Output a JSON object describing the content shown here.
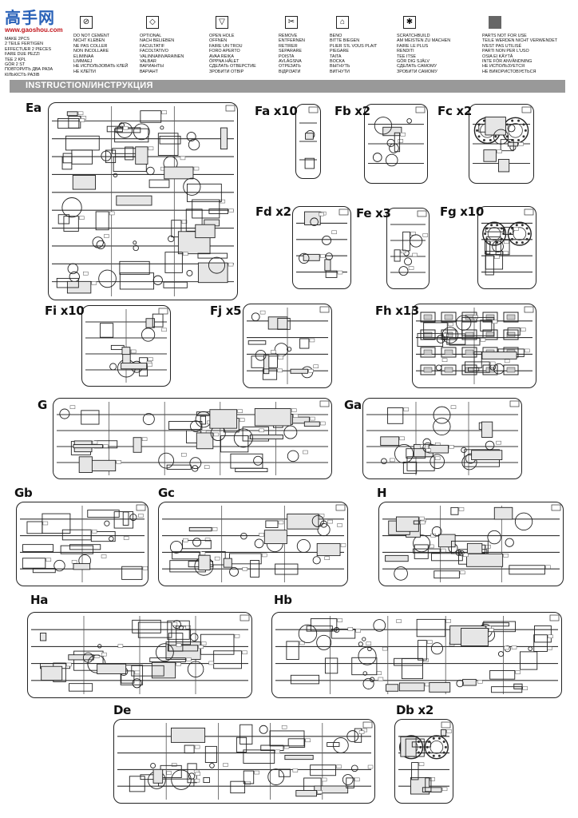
{
  "logo": {
    "text": "高手网",
    "url": "www.gaoshou.com"
  },
  "legend": [
    {
      "icon": "two-pieces-icon",
      "glyph": "",
      "lines": [
        "MAKE 2pcs",
        "2 TEILE FERTIGEN",
        "EFFECTUER 2 PIECES",
        "FARE DUE PEZZI",
        "TEE 2 KPL",
        "GÖR 2 ST",
        "ПОВТОРИТЬ ДВА РАЗА",
        "КІЛЬКІСТЬ РАЗІВ"
      ]
    },
    {
      "icon": "no-cement-icon",
      "glyph": "⊘",
      "lines": [
        "DO NOT CEMENT",
        "NICHT KLEBEN",
        "NE PAS COLLER",
        "NON INCOLLARE",
        "ELIMINAA",
        "LIMMAEJ",
        "НЕ ИСПОЛЬЗОВАТЬ КЛЕЙ",
        "НЕ КЛЕЇТИ"
      ]
    },
    {
      "icon": "optional-icon",
      "glyph": "◇",
      "lines": [
        "OPTIONAL",
        "NACH BELIEBEN",
        "FACULTATIF",
        "FACOLTATIVO",
        "VALINNAINVARAINEN",
        "VALBAR",
        "ВАРИАНТЫ",
        "ВАРІАНТ"
      ]
    },
    {
      "icon": "open-hole-icon",
      "glyph": "▽",
      "lines": [
        "OPEN HOLE",
        "OFFNEN",
        "FAIRE UN TROU",
        "FORO APERTO",
        "AVAA REIKA",
        "ÖPPNA HÅLET",
        "СДЕЛАТЬ ОТВЕРСТИЕ",
        "ЗРОБИТИ ОТВІР"
      ]
    },
    {
      "icon": "remove-icon",
      "glyph": "✂",
      "lines": [
        "REMOVE",
        "ENTFERNEN",
        "RETIRER",
        "SEPARARE",
        "POISTA",
        "AVLÄGSNA",
        "ОТРЕЗАТЬ",
        "ВІДРІЗАТИ"
      ]
    },
    {
      "icon": "bend-icon",
      "glyph": "⌂",
      "lines": [
        "BENO",
        "BITTE BIEGEN",
        "PLIER S'IL VOUS PLAIT",
        "PIEGARE",
        "TAITA",
        "BOCKA",
        "ВЫГНУТЬ",
        "ВИГНУТИ"
      ]
    },
    {
      "icon": "scratchbuild-icon",
      "glyph": "✱",
      "lines": [
        "SCRATCHBUILD",
        "AM MEISTEN ZU MACHEN",
        "FAIRE LE PLUS",
        "RENDITI",
        "TEE ITSE",
        "GÖR DIG SJÄLV",
        "СДЕЛАТЬ САМОМУ",
        "ЗРОБИТИ САМОМУ"
      ]
    },
    {
      "icon": "not-for-use-icon",
      "glyph": "",
      "lines": [
        "PARTS NOT FOR USE",
        "TEILE WERDEN NICHT VERWENDET",
        "N'EST PAS UTILISÉ",
        "PARTI NON PER L'USO",
        "OSIA EI KÄYTÄ",
        "INTE FÖR ANVÄNDNING",
        "НЕ ИСПОЛЬЗУЕТСЯ",
        "НЕ ВИКОРИСТОВУЄТЬСЯ"
      ]
    }
  ],
  "instruction_title": "INSTRUCTION/ИНСТРУКЦИЯ",
  "sprues": [
    {
      "id": "Ea",
      "label": "Ea",
      "kind": "large"
    },
    {
      "id": "Fa",
      "label": "Fa x10",
      "kind": "narrow"
    },
    {
      "id": "Fb",
      "label": "Fb x2",
      "kind": "small"
    },
    {
      "id": "Fc",
      "label": "Fc x2",
      "kind": "wheel"
    },
    {
      "id": "Fd",
      "label": "Fd x2",
      "kind": "small"
    },
    {
      "id": "Fe",
      "label": "Fe x3",
      "kind": "narrow"
    },
    {
      "id": "Fg",
      "label": "Fg x10",
      "kind": "wheel"
    },
    {
      "id": "Fi",
      "label": "Fi x10",
      "kind": "small"
    },
    {
      "id": "Fj",
      "label": "Fj x5",
      "kind": "small"
    },
    {
      "id": "Fh",
      "label": "Fh x13",
      "kind": "grid"
    },
    {
      "id": "G",
      "label": "G",
      "kind": "large"
    },
    {
      "id": "Ga",
      "label": "Ga",
      "kind": "large"
    },
    {
      "id": "Gb",
      "label": "Gb",
      "kind": "large"
    },
    {
      "id": "Gc",
      "label": "Gc",
      "kind": "large"
    },
    {
      "id": "H",
      "label": "H",
      "kind": "long"
    },
    {
      "id": "Ha",
      "label": "Ha",
      "kind": "long"
    },
    {
      "id": "Hb",
      "label": "Hb",
      "kind": "long"
    },
    {
      "id": "De",
      "label": "De",
      "kind": "large"
    },
    {
      "id": "Db",
      "label": "Db x2",
      "kind": "wheel"
    }
  ]
}
